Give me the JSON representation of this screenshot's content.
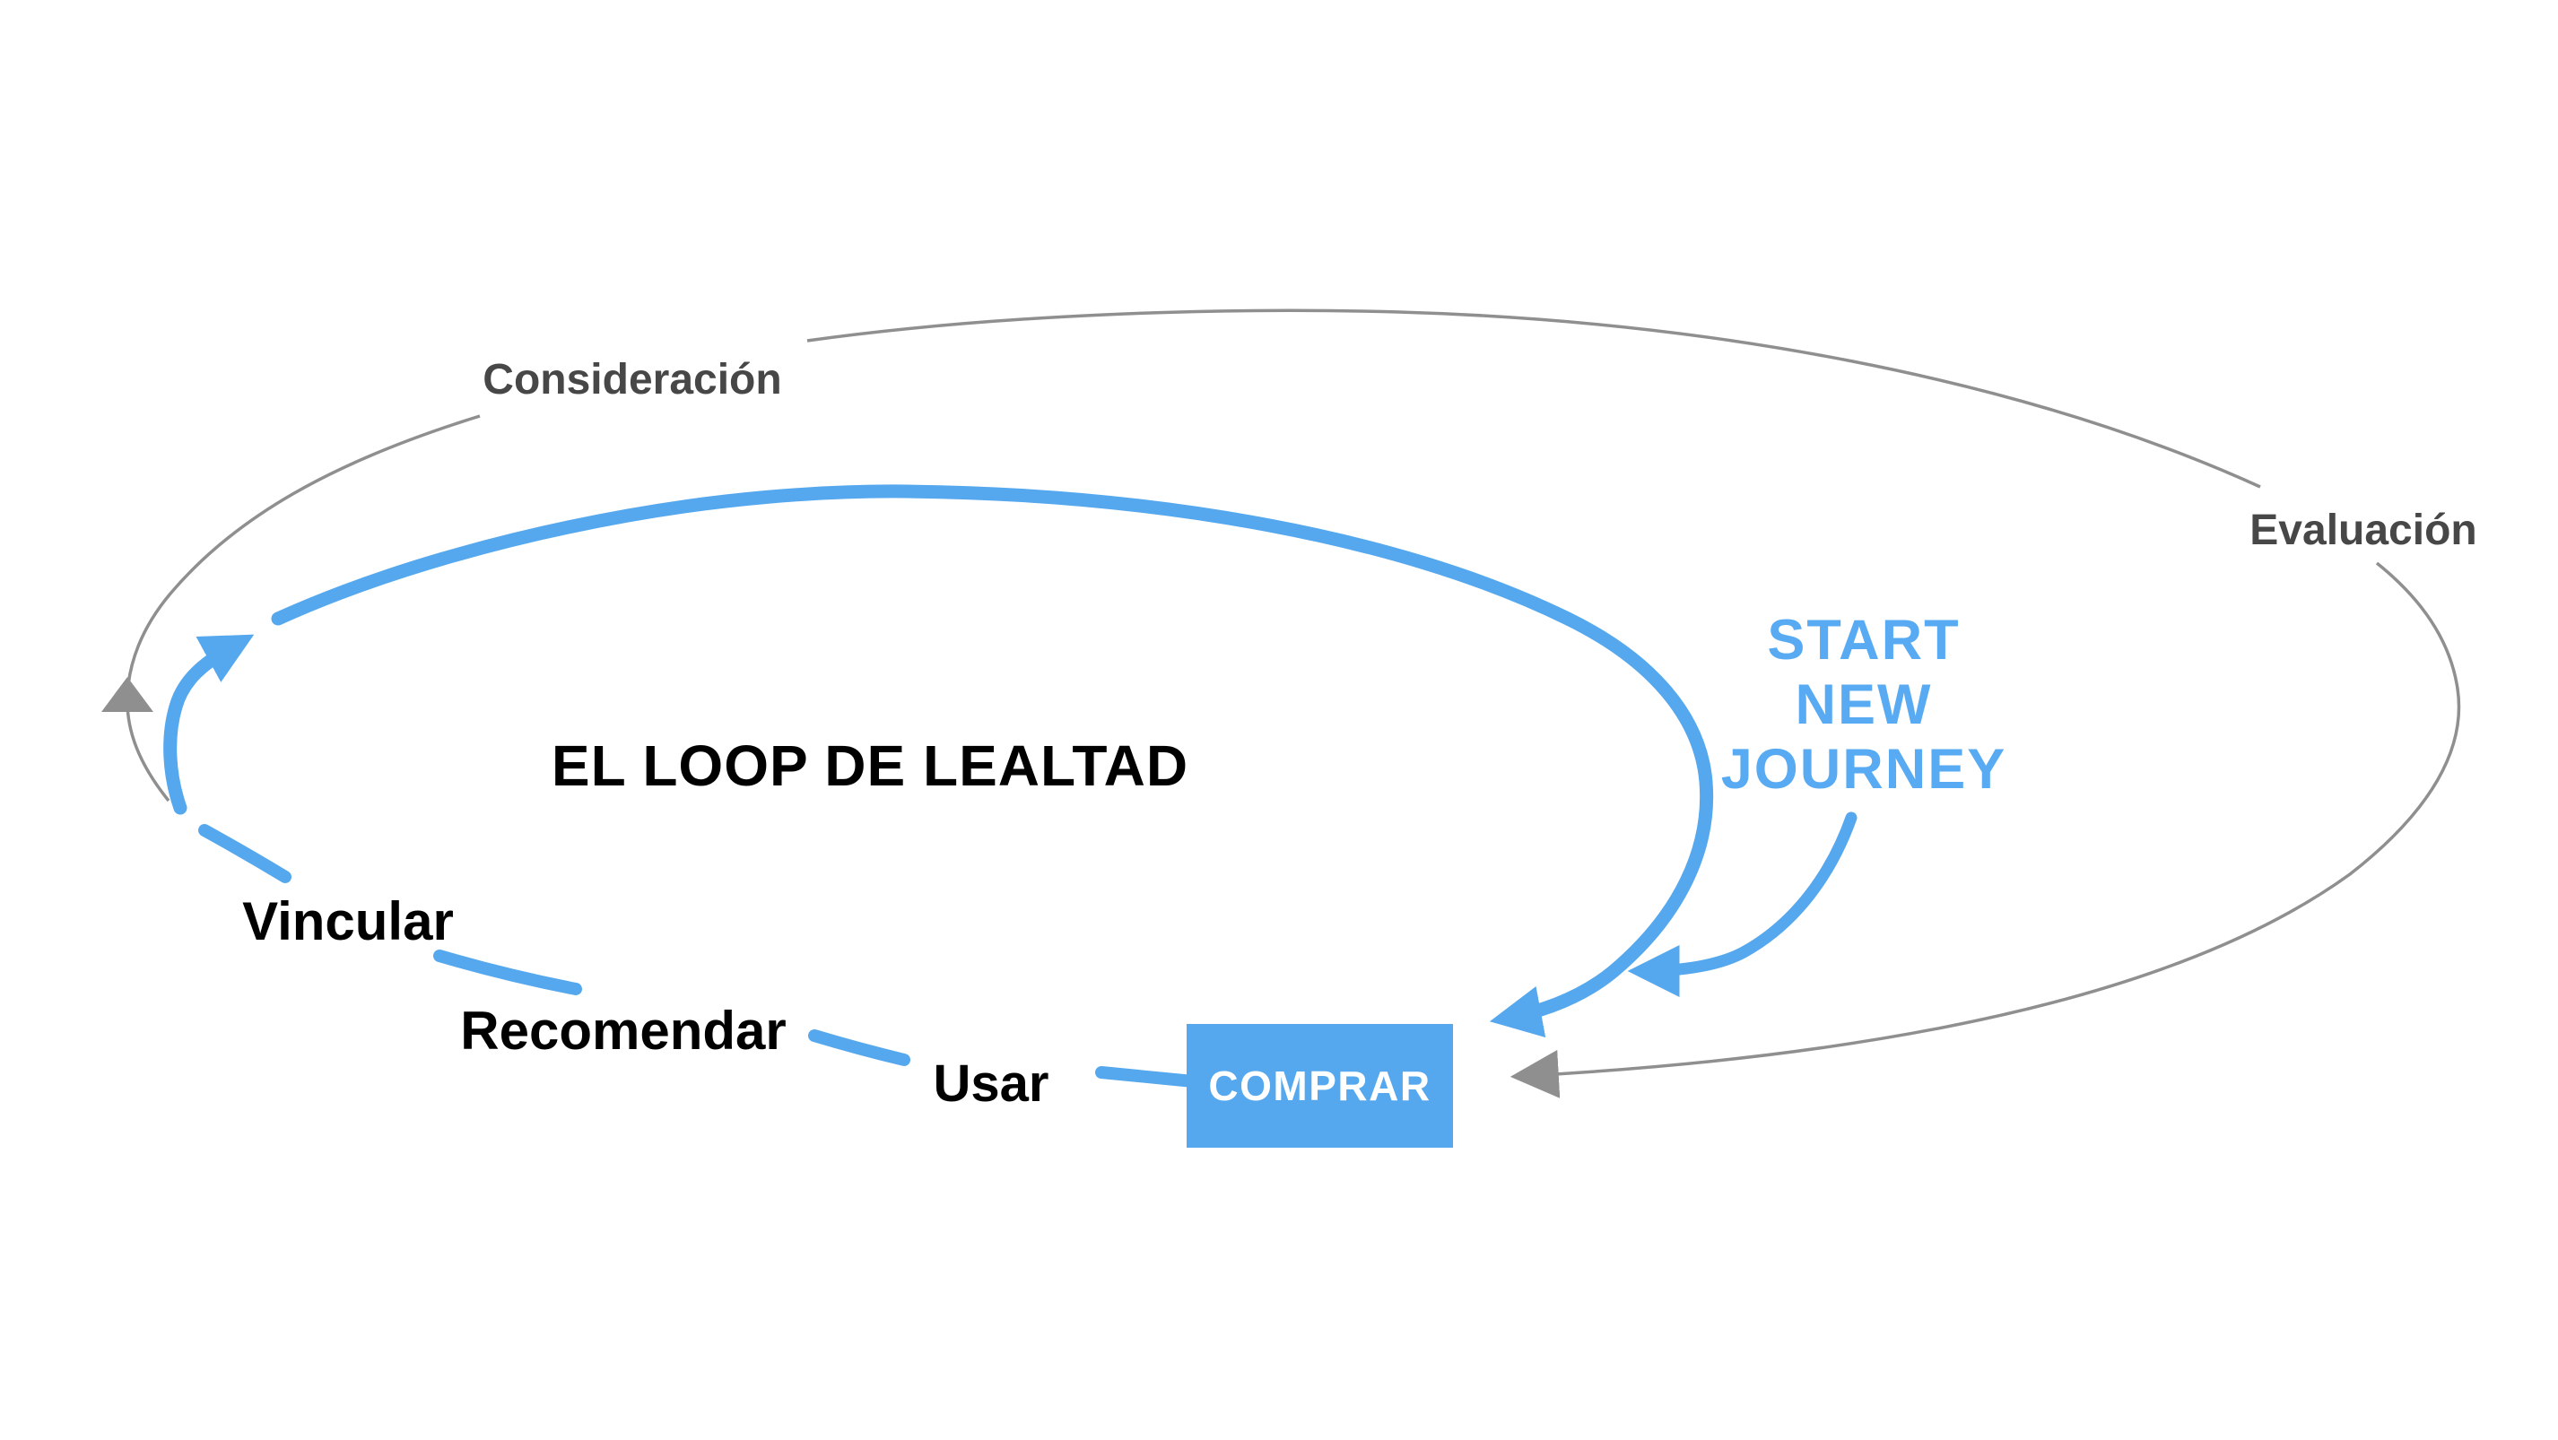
{
  "colors": {
    "accent-blue": "#55A8EE",
    "accent-blue-light": "#58ABF2",
    "loop-gray": "#8F8F8F",
    "dark-gray-text": "#474747",
    "black-text": "#000000",
    "button-text": "#FFFFFF"
  },
  "diagram": {
    "title": "EL LOOP DE LEALTAD",
    "outer_stages": {
      "consideration": "Consideración",
      "evaluation": "Evaluación"
    },
    "loyalty_stages": {
      "bond": "Vincular",
      "recommend": "Recomendar",
      "use": "Usar"
    },
    "purchase_node": "COMPRAR",
    "restart_label": "START\nNEW\nJOURNEY"
  }
}
